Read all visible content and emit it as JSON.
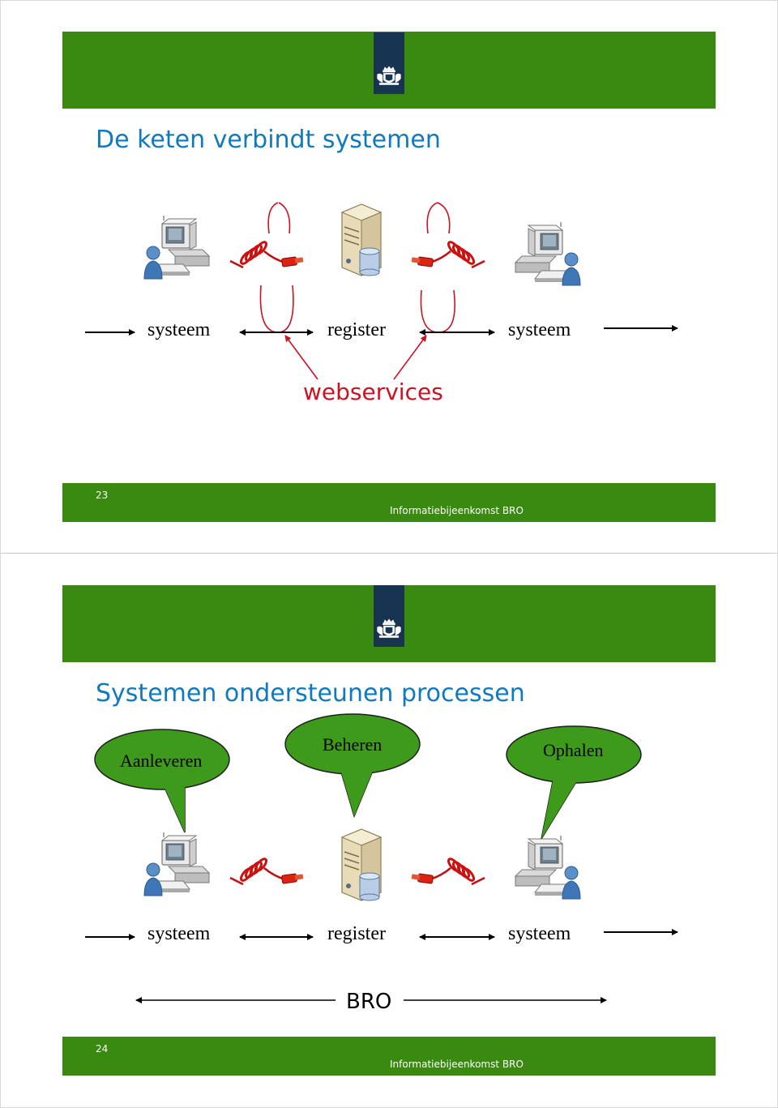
{
  "slides": [
    {
      "title": "De keten verbindt systemen",
      "labels": {
        "left": "systeem",
        "middle": "register",
        "right": "systeem"
      },
      "annotation": "webservices",
      "footer": {
        "number": "23",
        "text": "Informatiebijeenkomst BRO"
      }
    },
    {
      "title": "Systemen ondersteunen processen",
      "bubbles": {
        "left": "Aanleveren",
        "middle": "Beheren",
        "right": "Ophalen"
      },
      "labels": {
        "left": "systeem",
        "middle": "register",
        "right": "systeem"
      },
      "scope_label": "BRO",
      "footer": {
        "number": "24",
        "text": "Informatiebijeenkomst BRO"
      }
    }
  ],
  "colors": {
    "bar_green": "#3a8a12",
    "logo_navy": "#173552",
    "title_blue": "#0f7abf",
    "accent_red": "#cc1122",
    "bubble_green": "#3e9a1a"
  },
  "icons": [
    "workstation-user-icon",
    "server-database-icon",
    "cable-connector-icon",
    "crown-crest-logo"
  ]
}
